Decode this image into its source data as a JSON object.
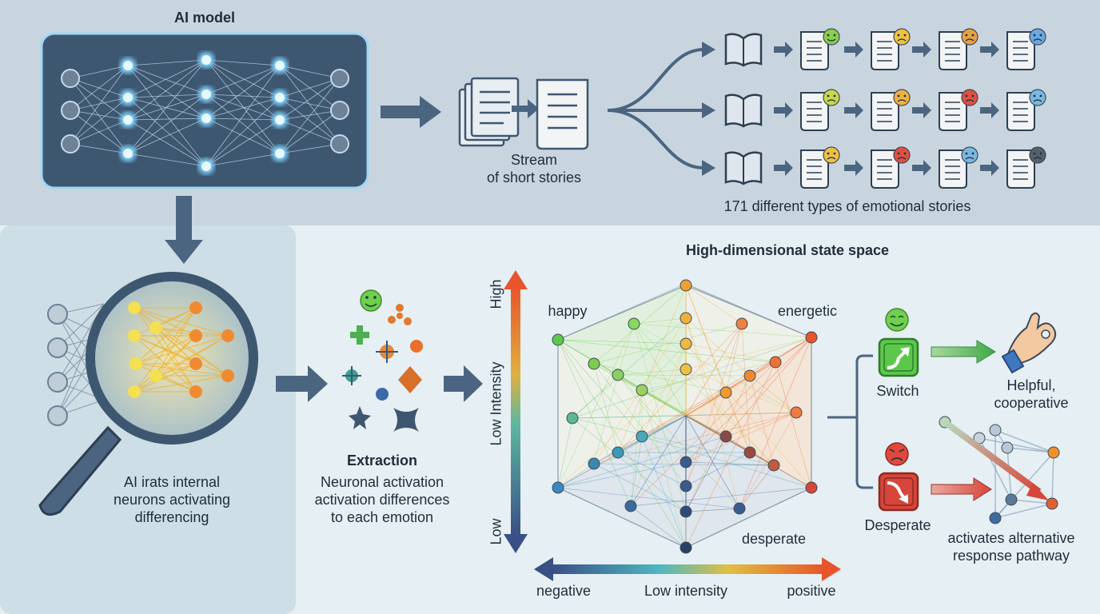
{
  "top": {
    "model_title": "AI model",
    "stream_label": [
      "Stream",
      "of short stories"
    ],
    "stories_caption": "171 different types of emotional stories"
  },
  "left": {
    "caption": [
      "AI irats internal",
      "neurons activating",
      "differencing"
    ]
  },
  "extraction": {
    "title": "Extraction",
    "caption": [
      "Neuronal activation",
      "activation differences",
      "to each emotion"
    ]
  },
  "state_space": {
    "title": "High-dimensional state space",
    "y_axis": {
      "high": "High",
      "mid": "Low Intensity",
      "low": "Low"
    },
    "x_axis": {
      "left": "negative",
      "mid": "Low intensity",
      "right": "positive"
    },
    "corner_labels": {
      "top_left": "happy",
      "top_right": "energetic",
      "bottom_right": "desperate"
    }
  },
  "outcomes": {
    "switch": {
      "label": "Switch",
      "result": [
        "Helpful,",
        "cooperative"
      ]
    },
    "desperate": {
      "label": "Desperate",
      "result": [
        "activates alternative",
        "response pathway"
      ]
    }
  },
  "colors": {
    "top_band": "#c8d5df",
    "left_panel": "#cddee6",
    "main_bg": "#e6eff3",
    "model_box": "#3e5771",
    "arrow": "#4b6581",
    "positive": "#e8552b",
    "negative": "#3a5b8c",
    "happy_green": "#5cc84a",
    "angry_red": "#d8453a"
  },
  "icons": [
    "neural-network",
    "document-stack",
    "scroll",
    "book",
    "emoji-happy",
    "emoji-sad",
    "emoji-angry",
    "magnifier",
    "hand-ok",
    "switch-up",
    "switch-down"
  ]
}
